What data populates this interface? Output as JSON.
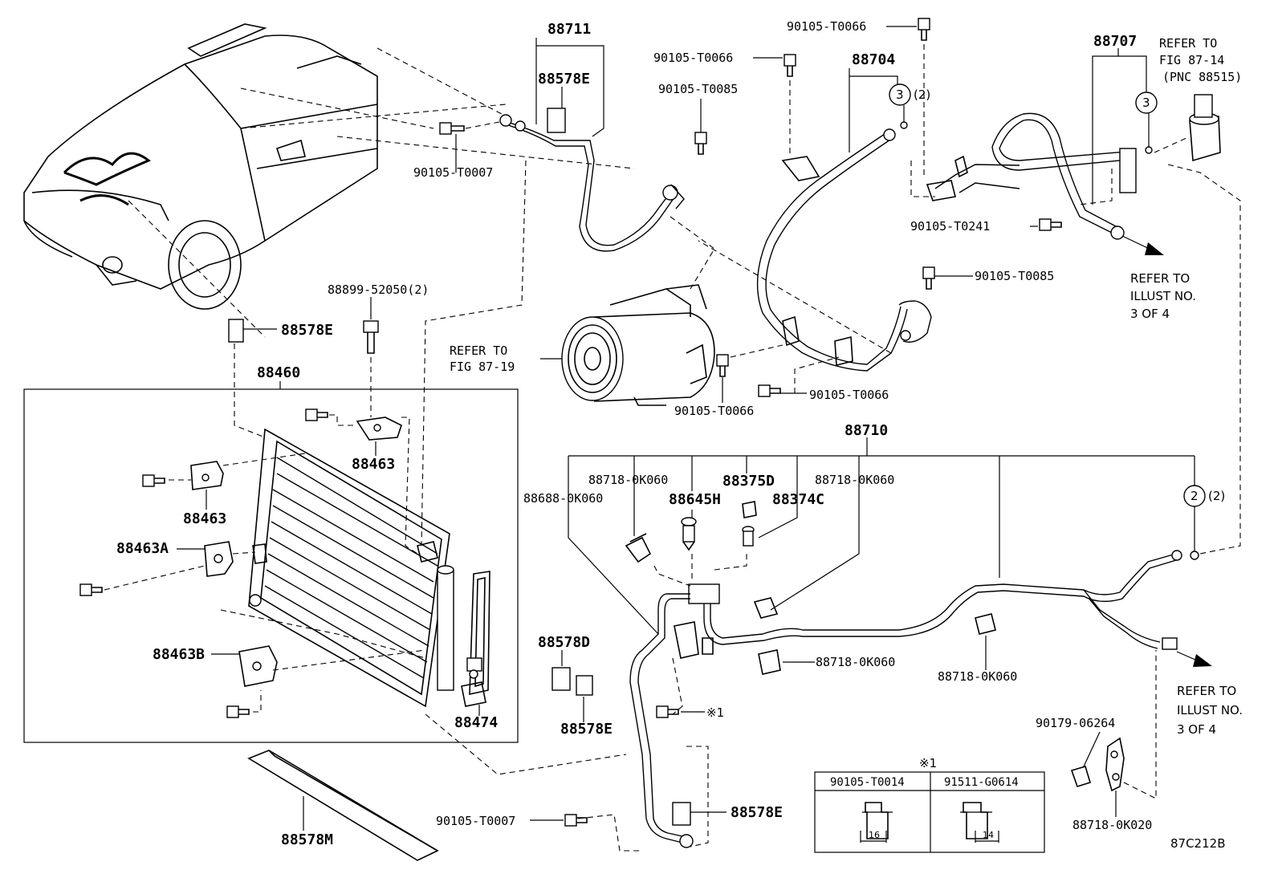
{
  "labels": {
    "p88711": "88711",
    "p88578E_top": "88578E",
    "p90105_T0007_top": "90105-T0007",
    "p90105_T0066_a": "90105-T0066",
    "p90105_T0066_b": "90105-T0066",
    "p90105_T0085_a": "90105-T0085",
    "p88704": "88704",
    "circle3_a": "3",
    "circle3_a_qty": "(2)",
    "p88707": "88707",
    "circle3_b": "3",
    "refer_fig_87_14_l1": "REFER TO",
    "refer_fig_87_14_l2": "FIG 87-14",
    "refer_fig_87_14_l3": "(PNC 88515)",
    "p90105_T0241": "90105-T0241",
    "refer_illust_a_l1": "REFER TO",
    "refer_illust_a_l2": "ILLUST NO.",
    "refer_illust_a_l3": "3 OF 4",
    "p90105_T0085_b": "90105-T0085",
    "p88899_52050": "88899-52050(2)",
    "p88578E_mid": "88578E",
    "refer_fig_87_19_l1": "REFER TO",
    "refer_fig_87_19_l2": "FIG 87-19",
    "p90105_T0066_c": "90105-T0066",
    "p90105_T0066_d": "90105-T0066",
    "p88460": "88460",
    "p88463_top": "88463",
    "p88463_left": "88463",
    "p88463A": "88463A",
    "p88463B": "88463B",
    "p88474": "88474",
    "p88710": "88710",
    "p88718_0K060_a": "88718-0K060",
    "p88375D": "88375D",
    "p88718_0K060_b": "88718-0K060",
    "p88688_0K060": "88688-0K060",
    "p88645H": "88645H",
    "p88374C": "88374C",
    "circle2": "2",
    "circle2_qty": "(2)",
    "p88718_0K060_c": "88718-0K060",
    "p88718_0K060_d": "88718-0K060",
    "p88578D": "88578D",
    "p88578E_low": "88578E",
    "note_mark_1": "※1",
    "refer_illust_b_l1": "REFER TO",
    "refer_illust_b_l2": "ILLUST NO.",
    "refer_illust_b_l3": "3 OF 4",
    "p90179_06264": "90179-06264",
    "p88718_0K020": "88718-0K020",
    "p88578M": "88578M",
    "p90105_T0007_low": "90105-T0007",
    "p88578E_bottom": "88578E",
    "diagram_code": "87C212B"
  },
  "note_table": {
    "mark": "※1",
    "col1_header": "90105-T0014",
    "col2_header": "91511-G0614",
    "col1_dim": "16",
    "col2_dim": "14"
  }
}
